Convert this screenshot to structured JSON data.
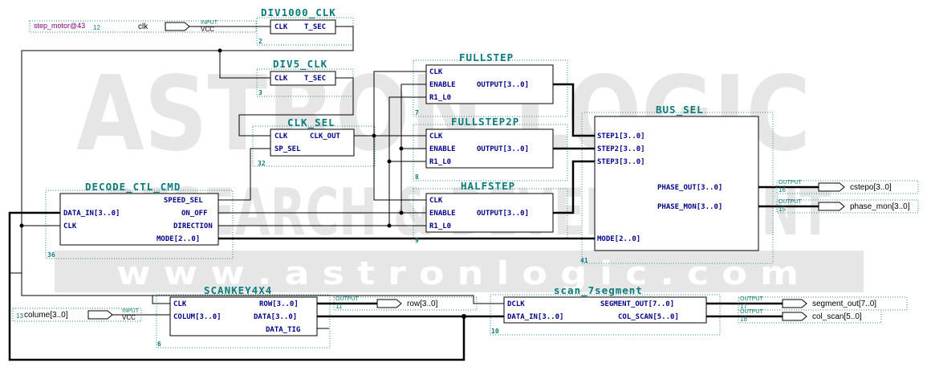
{
  "watermark": {
    "line1": "ASTRON LOGIC",
    "line2": "RESEARCH & DEVELOPMENT",
    "url": "w w w . a s t r o n l o g i c . c o m"
  },
  "project_label": "step_motor@43",
  "blocks": [
    {
      "id": "div1000",
      "title": "DIV1000_CLK",
      "number": "2",
      "ports": [
        "CLK",
        "T_SEC"
      ]
    },
    {
      "id": "div5",
      "title": "DIV5_CLK",
      "number": "3",
      "ports": [
        "CLK",
        "T_SEC"
      ]
    },
    {
      "id": "fullstep",
      "title": "FULLSTEP",
      "number": "7",
      "ports": [
        "CLK",
        "ENABLE",
        "R1_L0",
        "OUTPUT[3..0]"
      ]
    },
    {
      "id": "fullstep2p",
      "title": "FULLSTEP2P",
      "number": "8",
      "ports": [
        "CLK",
        "ENABLE",
        "R1_L0",
        "OUTPUT[3..0]"
      ]
    },
    {
      "id": "halfstep",
      "title": "HALFSTEP",
      "number": "9",
      "ports": [
        "CLK",
        "ENABLE",
        "R1_L0",
        "OUTPUT[3..0]"
      ]
    },
    {
      "id": "clksel",
      "title": "CLK_SEL",
      "number": "32",
      "ports": [
        "CLK",
        "CLK_OUT",
        "SP_SEL"
      ]
    },
    {
      "id": "busesel",
      "title": "BUS_SEL",
      "number": "41",
      "ports": [
        "STEP1[3..0]",
        "STEP2[3..0]",
        "STEP3[3..0]",
        "PHASE_OUT[3..0]",
        "PHASE_MON[3..0]",
        "MODE[2..0]"
      ]
    },
    {
      "id": "decode",
      "title": "DECODE_CTL_CMD",
      "number": "36",
      "ports": [
        "SPEED_SEL",
        "DATA_IN[3..0]",
        "ON_OFF",
        "CLK",
        "DIRECTION",
        "MODE[2..0]"
      ]
    },
    {
      "id": "scankey",
      "title": "SCANKEY4X4",
      "number": "6",
      "ports": [
        "CLK",
        "ROW[3..0]",
        "COLUM[3..0]",
        "DATA[3..0]",
        "DATA_TIG"
      ]
    },
    {
      "id": "scan7",
      "title": "scan_7segment",
      "number": "10",
      "ports": [
        "DCLK",
        "SEGMENT_OUT[7..0]",
        "DATA_IN[3..0]",
        "COL_SCAN[5..0]"
      ]
    }
  ],
  "inputs": [
    {
      "name": "clk",
      "num": "12",
      "type": "INPUT",
      "vcc": "VCC"
    },
    {
      "name": "colume[3..0]",
      "num": "13",
      "type": "INPUT",
      "vcc": "VCC"
    }
  ],
  "outputs": [
    {
      "name": "cstepo[3..0]",
      "num": "16",
      "type": "OUTPUT"
    },
    {
      "name": "phase_mon[3..0]",
      "num": "15",
      "type": "OUTPUT"
    },
    {
      "name": "row[3..0]",
      "num": "11",
      "type": "OUTPUT"
    },
    {
      "name": "segment_out[7..0]",
      "num": "17",
      "type": "OUTPUT"
    },
    {
      "name": "col_scan[5..0]",
      "num": "18",
      "type": "OUTPUT"
    }
  ]
}
